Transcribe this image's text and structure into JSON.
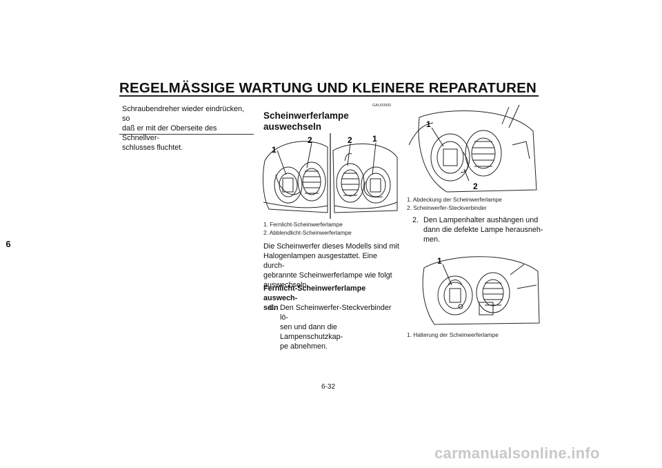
{
  "header": {
    "title": "REGELMÄSSIGE WARTUNG UND KLEINERE REPARATUREN"
  },
  "chapter_tab": "6",
  "col1": {
    "text": [
      "Schraubendreher wieder eindrücken, so",
      "daß er mit der Oberseite des Schnellver-",
      "schlusses fluchtet."
    ]
  },
  "section": {
    "code": "GAU03900",
    "title_lines": [
      "Scheinwerferlampe",
      "auswechseln"
    ],
    "figure1": {
      "callouts": [
        "1",
        "2",
        "2",
        "1"
      ]
    },
    "figure1_captions": [
      "1. Fernlicht-Scheinwerferlampe",
      "2. Abblendlicht-Scheinwerferlampe"
    ],
    "intro": [
      "Die Scheinwerfer dieses Modells sind mit",
      "Halogenlampen ausgestattet. Eine durch-",
      "gebrannte Scheinwerferlampe wie folgt",
      "auswechseln."
    ],
    "subheading": [
      "Fernlicht-Scheinwerferlampe auswech-",
      "seln"
    ],
    "step1": {
      "num": "1.",
      "lines": [
        "Den Scheinwerfer-Steckverbinder lö-",
        "sen und dann die Lampenschutzkap-",
        "pe abnehmen."
      ]
    }
  },
  "right": {
    "figure2": {
      "callouts": [
        "1",
        "2"
      ]
    },
    "figure2_captions": [
      "1. Abdeckung der Scheinwerferlampe",
      "2. Scheinwerfer-Steckverbinder"
    ],
    "step2": {
      "num": "2.",
      "lines": [
        "Den Lampenhalter aushängen und",
        "dann die defekte Lampe herausneh-",
        "men."
      ]
    },
    "figure3": {
      "callouts": [
        "1"
      ]
    },
    "figure3_captions": [
      "1. Halterung der Scheinwerferlampe"
    ]
  },
  "footer": {
    "page": "6-32",
    "watermark": "carmanualsonline.info"
  }
}
